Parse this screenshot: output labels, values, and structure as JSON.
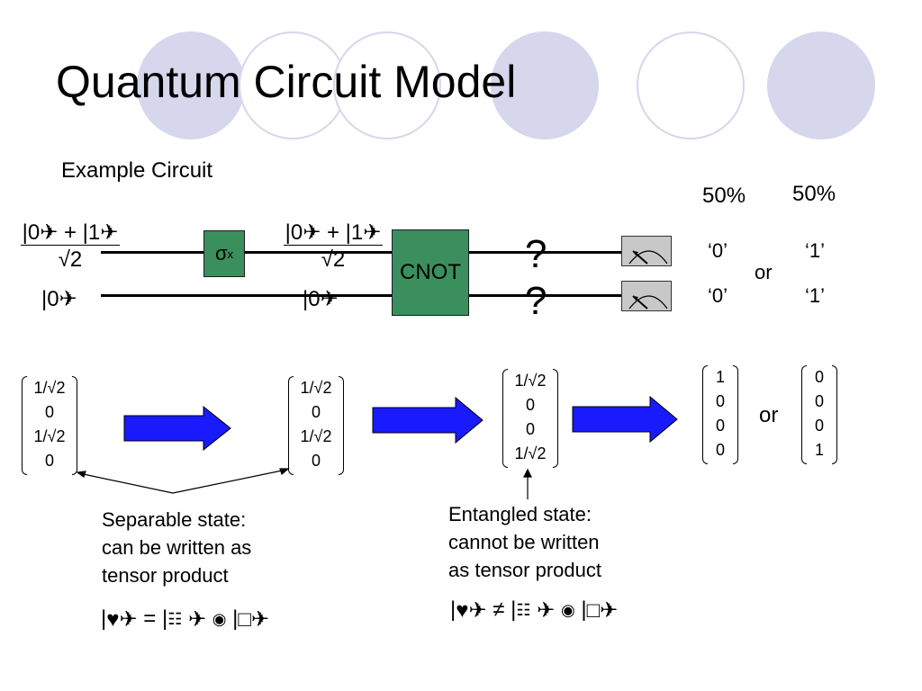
{
  "slide": {
    "title": "Quantum Circuit Model",
    "subtitle": "Example Circuit"
  },
  "circuit": {
    "q1_input_num": "|0✈ + |1✈",
    "q1_input_den": "√2",
    "q2_input": "|0✈",
    "sigma_symbol": "σ",
    "sigma_sub": "x",
    "mid_num": "|0✈ + |1✈",
    "mid_den": "√2",
    "mid_q2": "|0✈",
    "cnot_label": "CNOT",
    "question_1": "?",
    "question_2": "?",
    "prob_left": "50%",
    "prob_right": "50%",
    "out_left_top": "‘0’",
    "out_left_bottom": "‘0’",
    "out_right_top": "‘1’",
    "out_right_bottom": "‘1’",
    "or_label": "or"
  },
  "vectors": {
    "v1": [
      "1/√2",
      "0",
      "1/√2",
      "0"
    ],
    "v2": [
      "1/√2",
      "0",
      "1/√2",
      "0"
    ],
    "v3": [
      "1/√2",
      "0",
      "0",
      "1/√2"
    ],
    "v4": [
      "1",
      "0",
      "0",
      "0"
    ],
    "v5": [
      "0",
      "0",
      "0",
      "1"
    ],
    "or_label": "or"
  },
  "notes": {
    "separable_line1": "Separable state:",
    "separable_line2": "can be written as",
    "separable_line3": "tensor product",
    "separable_eq": "= |",
    "entangled_line1": "Entangled state:",
    "entangled_line2": "cannot be written",
    "entangled_line3": "as tensor product",
    "entangled_eq": "≠ |"
  },
  "colors": {
    "circle_fill": "#d6d6ec",
    "gate_green": "#3a8f5c",
    "arrow_blue": "#1a1aff"
  }
}
